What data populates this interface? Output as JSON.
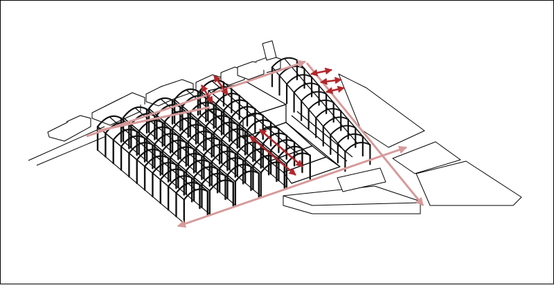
{
  "diagram": {
    "kind": "axonometric site diagram",
    "text_labels": [],
    "colors": {
      "background": "#ffffff",
      "outline": "#000000",
      "structure": "#111111",
      "circulation_main": "#d79a9a",
      "circulation_local": "#b3262b"
    },
    "elements": {
      "sheds": {
        "count": 5,
        "bays_per_shed": 11
      },
      "right_shed": {
        "count": 1,
        "bays_per_shed": 10
      },
      "central_block": {
        "count": 1
      },
      "surrounding_buildings": {
        "count": 12
      },
      "arrows_main": {
        "count": 4
      },
      "arrows_local": {
        "count": 7
      }
    }
  }
}
